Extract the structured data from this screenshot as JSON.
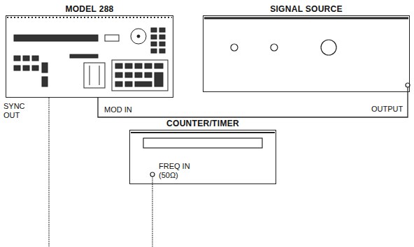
{
  "diagram": {
    "nodes": [
      {
        "text": [
          "MODEL 288"
        ]
      },
      {
        "text": [
          "SIGNAL SOURCE"
        ]
      },
      {
        "text": [
          "COUNTER/TIMER"
        ]
      }
    ],
    "edges": [
      {
        "from": 0,
        "to": 1,
        "arrow": "none"
      }
    ],
    "labels": [
      "SYNC OUT",
      "MOD IN",
      "OUTPUT",
      "FREQ IN (50Ω)"
    ]
  }
}
